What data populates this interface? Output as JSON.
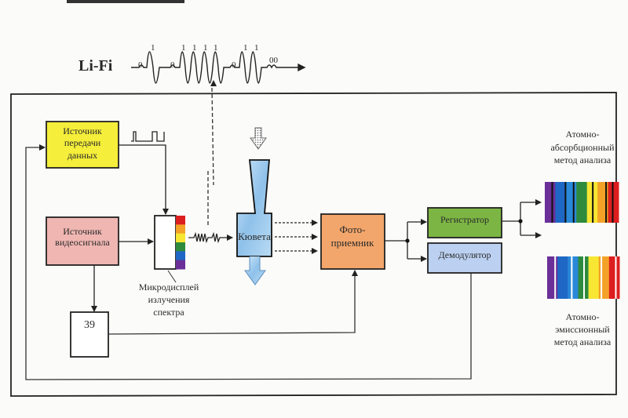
{
  "header": {
    "lifi_label": "Li-Fi",
    "bit_labels_ones": [
      "1",
      "1",
      "1",
      "1",
      "1",
      "1",
      "1"
    ],
    "bit_labels_zeros": [
      "0",
      "0",
      "0",
      "00"
    ]
  },
  "blocks": {
    "data_source": {
      "lines": [
        "Источник",
        "передачи",
        "данных"
      ],
      "color": "#f5ee3a"
    },
    "video_source": {
      "lines": [
        "Источник",
        "видеосигнала"
      ],
      "color": "#f0b6b2"
    },
    "block39": {
      "label": "39"
    },
    "cuvette": {
      "label": "Кювета",
      "color": "#a9d0ee"
    },
    "photoreceiver": {
      "lines": [
        "Фото-",
        "приемник"
      ],
      "color": "#f3a66b"
    },
    "registrar": {
      "label": "Регистратор",
      "color": "#7cb544"
    },
    "demodulator": {
      "label": "Демодулятор",
      "color": "#bcd1f1"
    }
  },
  "labels": {
    "microdisplay": [
      "Микродисплей",
      "излучения",
      "спектра"
    ],
    "absorption": [
      "Атомно-",
      "абсорбционный",
      "метод анализа"
    ],
    "emission": [
      "Атомно-",
      "эмиссионный",
      "метод анализа"
    ]
  },
  "colors": {
    "spectrum": [
      "#6a2f98",
      "#1f67c4",
      "#2a88d8",
      "#2e8b3e",
      "#f7e733",
      "#f3a227",
      "#dd1e1e"
    ]
  }
}
